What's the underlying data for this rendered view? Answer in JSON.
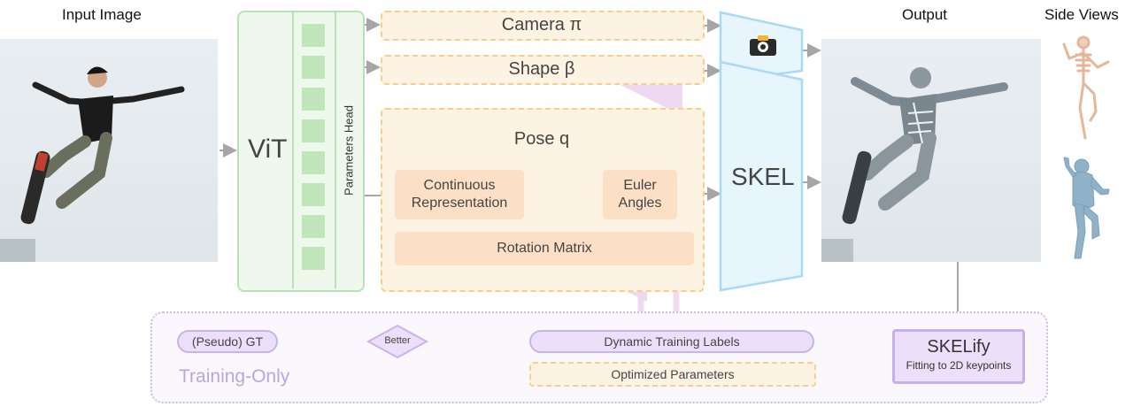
{
  "headers": {
    "input_image": "Input Image",
    "output": "Output",
    "side_views": "Side Views"
  },
  "encoder": {
    "vit_label": "ViT",
    "head_label": "Parameters Head"
  },
  "params": {
    "camera_label": "Camera π",
    "shape_label": "Shape β",
    "pose_label": "Pose q"
  },
  "pose_blocks": {
    "continuous": "Continuous Representation",
    "euler": "Euler Angles",
    "rotation": "Rotation Matrix"
  },
  "skel_label": "SKEL",
  "training": {
    "section_label": "Training-Only",
    "pseudo_gt": "(Pseudo) GT",
    "better": "Better",
    "dynamic_labels": "Dynamic Training Labels",
    "optimized_params": "Optimized Parameters",
    "skelify_title": "SKELify",
    "skelify_sub": "Fitting to 2D keypoints"
  },
  "colors": {
    "vit_green": "#b9e2b4",
    "param_orange": "#f6cf8c",
    "skel_blue": "#a9daf5",
    "training_purple": "#c9b4ea",
    "arrow_gray": "#a6a6a6"
  },
  "icons": {
    "camera": "camera-icon",
    "person": "skateboarder-image",
    "skeleton": "skeleton-figure",
    "mesh": "mesh-figure"
  }
}
